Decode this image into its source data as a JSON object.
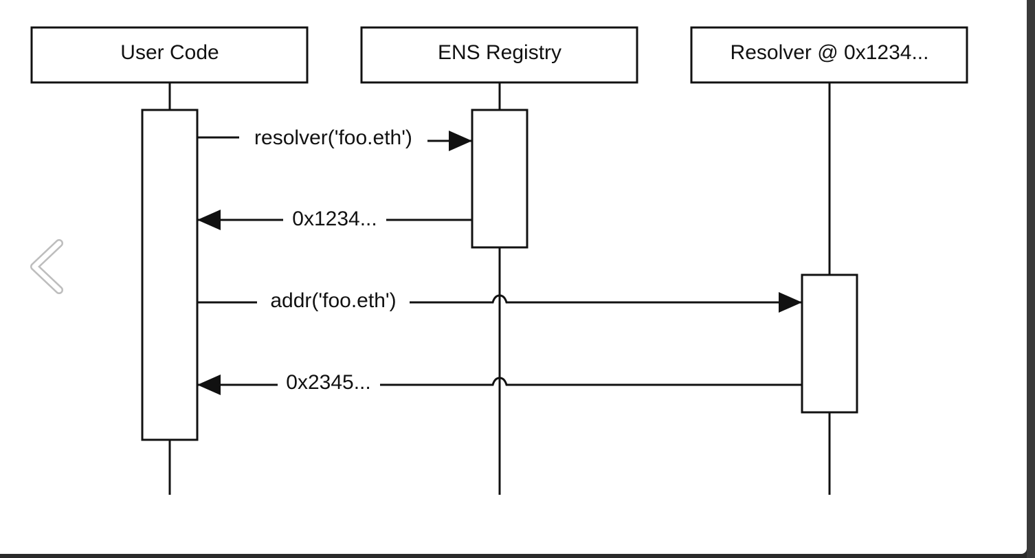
{
  "diagram": {
    "participants": [
      {
        "id": "user",
        "label": "User Code"
      },
      {
        "id": "registry",
        "label": "ENS Registry"
      },
      {
        "id": "resolver",
        "label": "Resolver @ 0x1234..."
      }
    ],
    "messages": [
      {
        "from": "user",
        "to": "registry",
        "label": "resolver('foo.eth')",
        "kind": "call"
      },
      {
        "from": "registry",
        "to": "user",
        "label": "0x1234...",
        "kind": "return"
      },
      {
        "from": "user",
        "to": "resolver",
        "label": "addr('foo.eth')",
        "kind": "call"
      },
      {
        "from": "resolver",
        "to": "user",
        "label": "0x2345...",
        "kind": "return"
      }
    ]
  },
  "viewer": {
    "prev_icon": "chevron-left-icon"
  }
}
